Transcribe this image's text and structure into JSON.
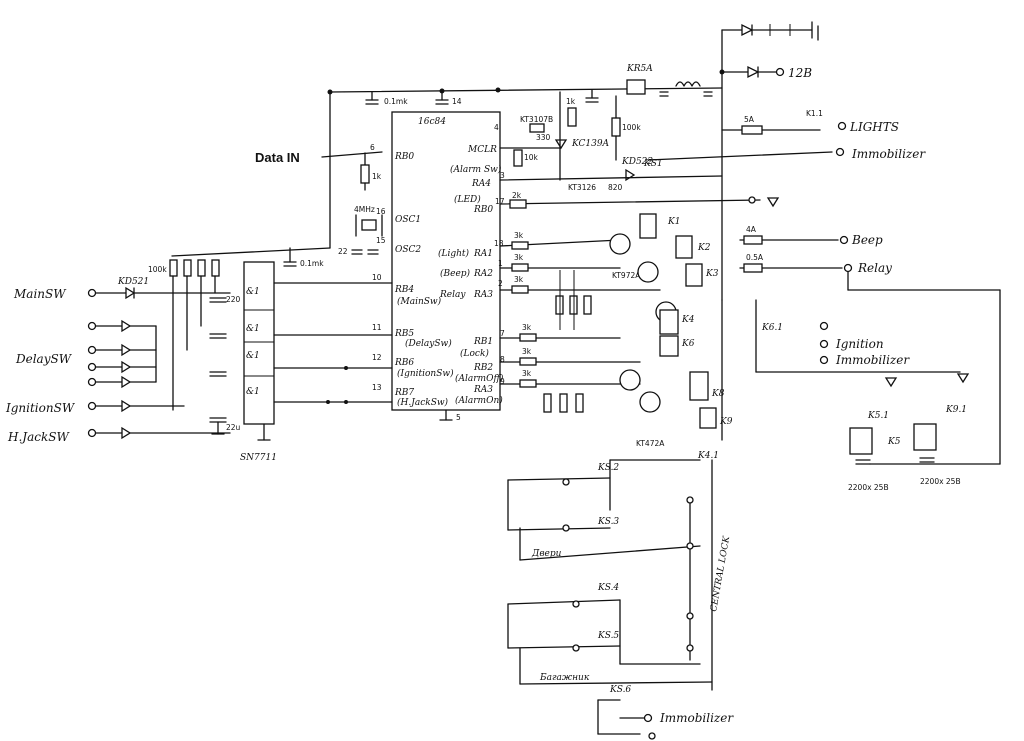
{
  "title": "Data IN",
  "inputs": {
    "main_sw": "MainSW",
    "delay_sw": "DelaySW",
    "ignition_sw": "IgnitionSW",
    "hjack_sw": "H.JackSW",
    "diode_in": "KD521"
  },
  "outputs": {
    "v12": "12B",
    "lights": "LIGHTS",
    "immobilizer": "Immobilizer",
    "beep": "Beep",
    "relay": "Relay",
    "ignition": "Ignition",
    "immobilizer2": "Immobilizer",
    "immobilizer3": "Immobilizer"
  },
  "mcu": {
    "name": "16c84",
    "pins": [
      {
        "num": "4",
        "label": "MCLR"
      },
      {
        "num": "6",
        "label": "RB0"
      },
      {
        "num": "16",
        "label": "OSC1"
      },
      {
        "num": "15",
        "label": "OSC2"
      },
      {
        "num": "10",
        "label": "RB4"
      },
      {
        "num": "11",
        "label": "RB5"
      },
      {
        "num": "12",
        "label": "RB6"
      },
      {
        "num": "13",
        "label": "RB7"
      },
      {
        "num": "3",
        "label": "RA4"
      },
      {
        "num": "17",
        "label": "RB0"
      },
      {
        "num": "18",
        "label": "RA1"
      },
      {
        "num": "1",
        "label": "RA2"
      },
      {
        "num": "2",
        "label": "RA3"
      },
      {
        "num": "7",
        "label": "RB1"
      },
      {
        "num": "8",
        "label": "RB2"
      },
      {
        "num": "9",
        "label": "RA3"
      }
    ],
    "pin_notes": [
      "(MainSw)",
      "(DelaySw)",
      "(IgnitionSw)",
      "(H.JackSw)",
      "(Alarm Sw)",
      "(LED)",
      "(Light)",
      "(Beep)",
      "Relay",
      "(Lock)",
      "(AlarmOff)",
      "(AlarmOn)"
    ],
    "ground_pin": "5"
  },
  "ic2": {
    "name": "SN7711",
    "gates": [
      "&1",
      "&1",
      "&1",
      "&1"
    ]
  },
  "components": {
    "regulator": "KR5A",
    "cap_main": "0.1mk",
    "cap_mcu": "0.1mk",
    "crystal": "4MHz",
    "cap_osc": "22",
    "r_rb0": "1k",
    "r_pull": "100k",
    "zener": "KC139A",
    "fet": "KT3107B",
    "r1": "330",
    "r2": "1k",
    "r3": "10k",
    "kd": "KD522",
    "ks1": "KS1",
    "kt3126": "KT3126",
    "r_led": "820",
    "r_2k": "2k",
    "r_3k": "3k",
    "kt972": "KT972A",
    "kt472": "KT472A",
    "relays": [
      "K1",
      "K2",
      "K3",
      "K4",
      "K5",
      "K6",
      "K8",
      "K9"
    ],
    "fuses": [
      "5A",
      "4A",
      "0.5A"
    ],
    "k6_1": "K6.1",
    "k4_1": "K4.1",
    "k5_1": "K5.1",
    "k9_1": "K9.1",
    "k5": "K5",
    "caps_relay": [
      "2200x 25B",
      "2200x 25B"
    ],
    "ks": [
      "KS.2",
      "KS.3",
      "KS.4",
      "KS.5",
      "KS.6"
    ],
    "central_lock": "CENTRAL LOCK",
    "doors": "Двери",
    "trunk": "Багажник",
    "k1_1": "K1.1",
    "r220": "220",
    "c22u": "22u"
  }
}
